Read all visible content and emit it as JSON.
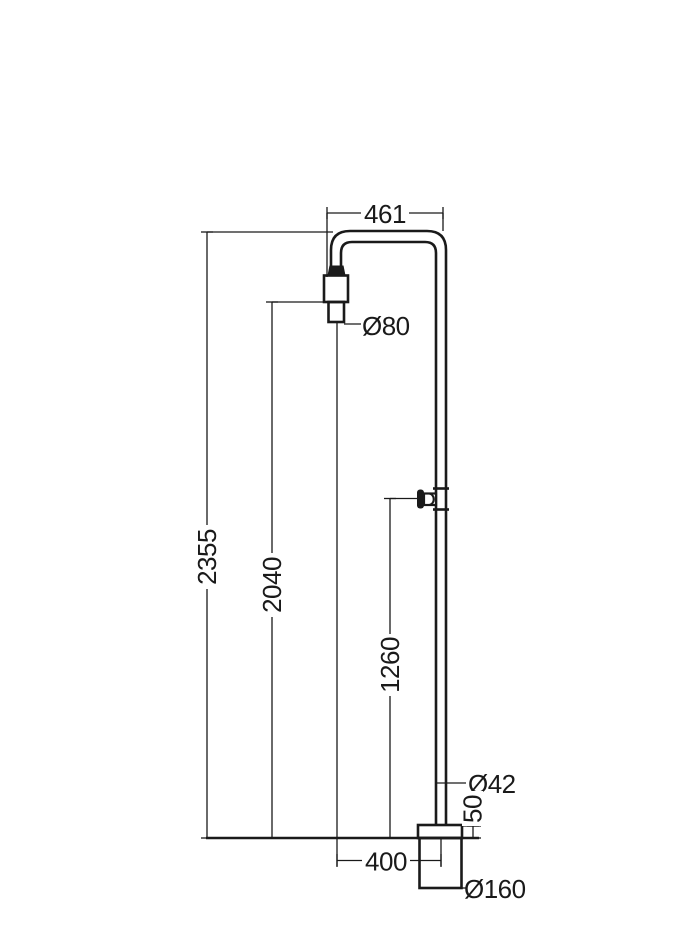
{
  "drawing": {
    "background_color": "#ffffff",
    "line_color": "#1a1a1a",
    "type": "technical-dimension-drawing",
    "subject": "freestanding-shower-column",
    "labels": {
      "top_width": "461",
      "shower_head_diameter": "Ø80",
      "total_height": "2355",
      "shower_head_height": "2040",
      "hand_shower_height": "1260",
      "riser_pipe_diameter": "Ø42",
      "base_plate_thickness": "50",
      "horizontal_offset": "400",
      "base_diameter": "Ø160"
    }
  }
}
